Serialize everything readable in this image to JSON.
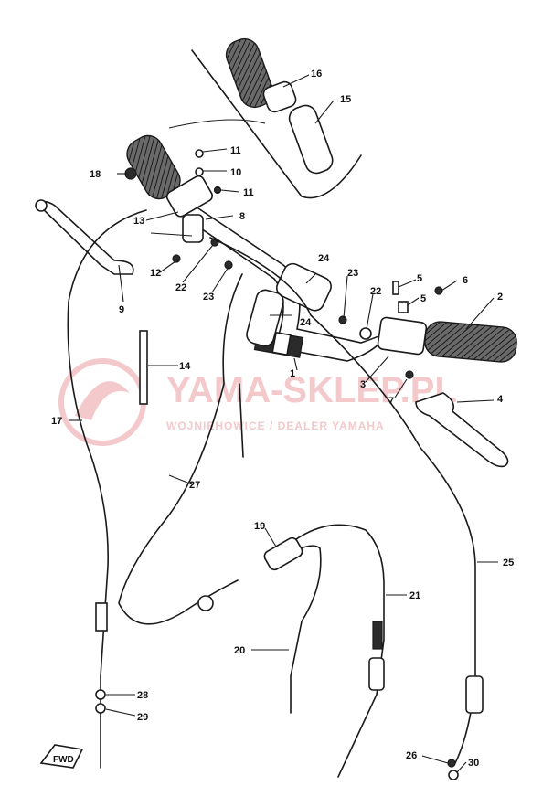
{
  "watermark": {
    "title": "YAMA-SKLEP.PL",
    "subtitle": "WOJNIEHOWICE / DEALER YAMAHA",
    "color": "#f3c9cc"
  },
  "direction_marker": "FWD",
  "callouts": [
    "1",
    "2",
    "3",
    "4",
    "5",
    "5",
    "6",
    "7",
    "8",
    "9",
    "10",
    "11",
    "11",
    "12",
    "13",
    "14",
    "15",
    "16",
    "17",
    "18",
    "19",
    "20",
    "21",
    "22",
    "22",
    "23",
    "23",
    "24",
    "24",
    "25",
    "26",
    "27",
    "28",
    "29",
    "30"
  ]
}
